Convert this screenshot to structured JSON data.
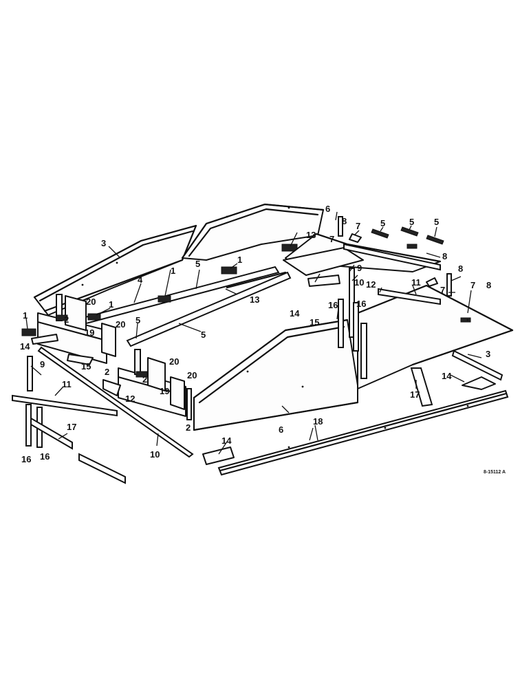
{
  "reference_code": "8-15112 A",
  "callouts": {
    "c1a": "1",
    "c1b": "1",
    "c1c": "1",
    "c1d": "1",
    "c2a": "2",
    "c2b": "2",
    "c2c": "2",
    "c2d": "2",
    "c3a": "3",
    "c3b": "3",
    "c4": "4",
    "c5a": "5",
    "c5b": "5",
    "c5c": "5",
    "c5d": "5",
    "c5e": "5",
    "c5f": "5",
    "c6a": "6",
    "c6b": "6",
    "c7a": "7",
    "c7b": "7",
    "c7c": "7",
    "c7d": "7",
    "c8a": "8",
    "c8b": "8",
    "c8c": "8",
    "c8d": "8",
    "c9a": "9",
    "c9b": "9",
    "c10a": "10",
    "c10b": "10",
    "c11a": "11",
    "c11b": "11",
    "c12a": "12",
    "c12b": "12",
    "c13a": "13",
    "c13b": "13",
    "c14a": "14",
    "c14b": "14",
    "c14c": "14",
    "c14d": "14",
    "c15a": "15",
    "c15b": "15",
    "c16a": "16",
    "c16b": "16",
    "c16c": "16",
    "c16d": "16",
    "c17a": "17",
    "c17b": "17",
    "c18": "18",
    "c19a": "19",
    "c19b": "19",
    "c20a": "20",
    "c20b": "20",
    "c20c": "20",
    "c20d": "20"
  }
}
